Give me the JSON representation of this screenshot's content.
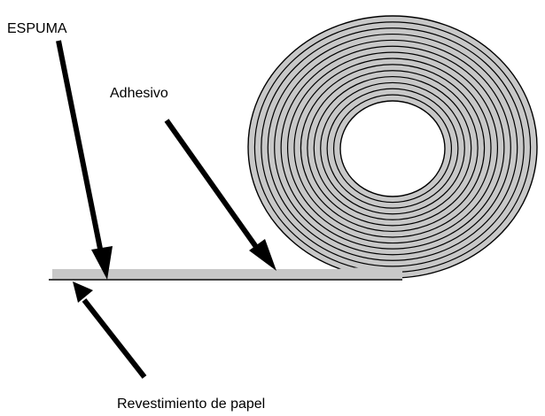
{
  "labels": {
    "foam": "ESPUMA",
    "adhesive": "Adhesivo",
    "liner": "Revestimiento de papel"
  },
  "colors": {
    "foam_fill": "#c8c8c8",
    "outline": "#000000",
    "background": "#ffffff"
  },
  "roll": {
    "ring_count": 14
  }
}
